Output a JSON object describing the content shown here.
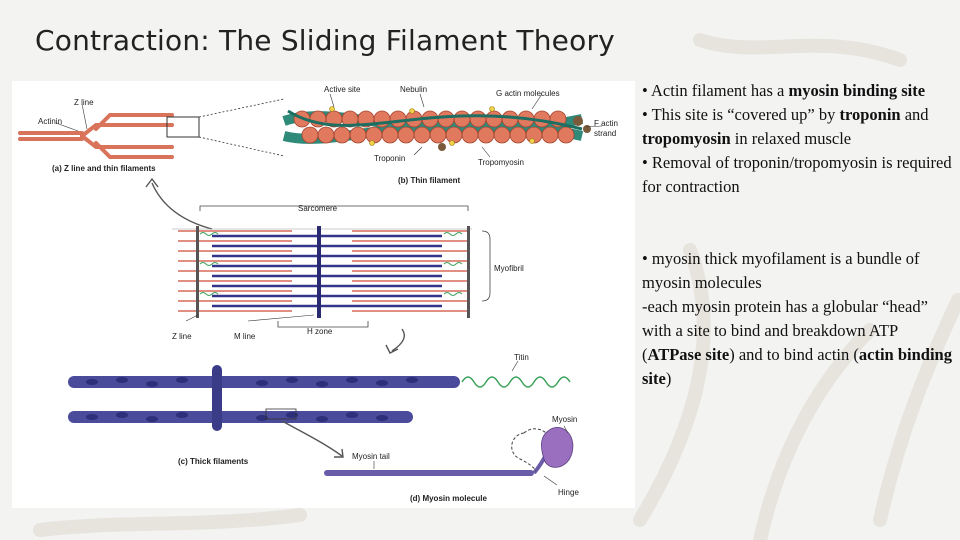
{
  "slide": {
    "title": "Contraction: The Sliding Filament Theory"
  },
  "figure": {
    "labels": {
      "z_line_top": "Z line",
      "actinin": "Actinin",
      "panel_a": "(a) Z line and thin filaments",
      "active_site": "Active site",
      "nebulin": "Nebulin",
      "g_actin": "G actin molecules",
      "f_actin_1": "F actin",
      "f_actin_2": "strand",
      "troponin": "Troponin",
      "tropomyosin": "Tropomyosin",
      "panel_b": "(b) Thin filament",
      "sarcomere": "Sarcomere",
      "myofibril": "Myofibril",
      "z_line_bottom": "Z line",
      "m_line": "M line",
      "h_zone": "H zone",
      "titin": "Titin",
      "myosin": "Myosin",
      "myosin_tail": "Myosin tail",
      "hinge": "Hinge",
      "panel_c": "(c) Thick filaments",
      "panel_d": "(d) Myosin molecule"
    }
  },
  "bullets": {
    "b1_p1": "• Actin filament has a ",
    "b1_s1": "myosin binding site",
    "b2_p1": "• This site is “covered up” by ",
    "b2_s1": "troponin",
    "b2_p2": " and ",
    "b2_s2": "tropomyosin",
    "b2_p3": " in relaxed muscle",
    "b3_p1": "• Removal of troponin/tropomyosin is required for contraction",
    "b4_p1": "• myosin thick myofilament is a bundle of myosin molecules",
    "b5_p1": "-each myosin protein has a globular “head” with a site to bind and breakdown ATP (",
    "b5_s1": "ATPase site",
    "b5_p2": ") and to bind actin (",
    "b5_s2": "actin binding site",
    "b5_p3": ")"
  },
  "colors": {
    "actin": "#e0795e",
    "tropomyosin": "#2f8a7a",
    "myosin": "#4a4b9a",
    "titin": "#3aa05a"
  }
}
